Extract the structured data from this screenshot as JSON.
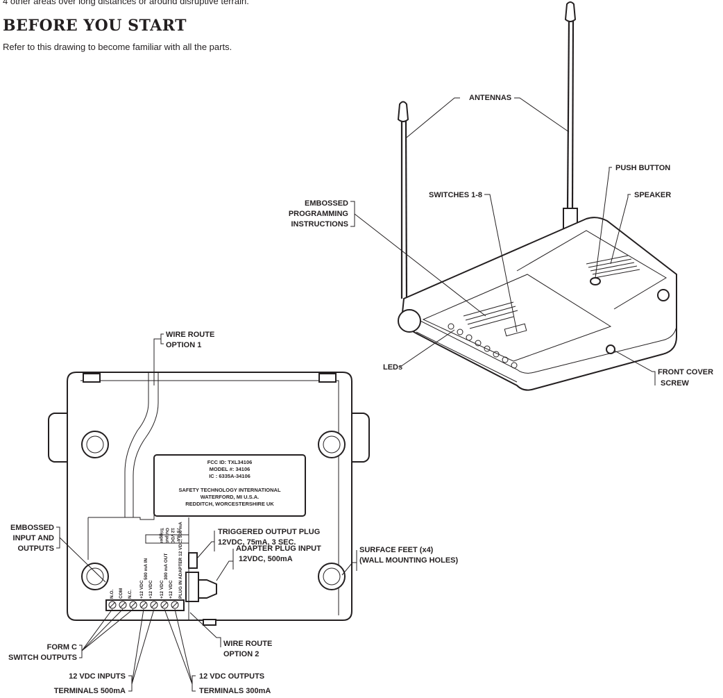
{
  "intro_text": "4 other areas over long distances or around disruptive terrain.",
  "heading": "BEFORE YOU START",
  "subheading": "Refer to this drawing to become familiar with all the parts.",
  "labels": {
    "antennas": "ANTENNAS",
    "push_button": "PUSH BUTTON",
    "speaker": "SPEAKER",
    "embossed_prog": [
      "EMBOSSED",
      "PROGRAMMING",
      "INSTRUCTIONS"
    ],
    "switches": "SWITCHES 1-8",
    "leds": "LEDs",
    "front_cover": [
      "FRONT COVER",
      "SCREW"
    ],
    "wire_route_1": [
      "WIRE ROUTE",
      "OPTION 1"
    ],
    "embossed_io": [
      "EMBOSSED",
      "INPUT AND",
      "OUTPUTS"
    ],
    "triggered_plug": [
      "TRIGGERED OUTPUT PLUG",
      "12VDC, 75mA, 3 SEC."
    ],
    "adapter_plug": [
      "ADAPTER PLUG INPUT",
      "12VDC, 500mA"
    ],
    "surface_feet": [
      "SURFACE FEET (x4)",
      "(WALL MOUNTING HOLES)"
    ],
    "form_c": [
      "FORM C",
      "SWITCH OUTPUTS"
    ],
    "wire_route_2": [
      "WIRE ROUTE",
      "OPTION 2"
    ],
    "inputs_12v": [
      "12 VDC INPUTS",
      "TERMINALS 500mA"
    ],
    "outputs_12v": [
      "12 VDC OUTPUTS",
      "TERMINALS 300mA"
    ]
  },
  "plate": [
    "FCC ID: TXL34106",
    "MODEL #: 34106",
    "IC    : 6335A-34106",
    "SAFETY TECHNOLOGY INTERNATIONAL",
    "WATERFORD, MI U.S.A.",
    "REDDITCH, WORCESTERSHIRE UK"
  ],
  "terminal_labels": [
    "N.O.",
    "COM",
    "N.C.",
    "+12 VDC",
    "+12 VDC",
    "+12 VDC",
    "+12 VDC"
  ],
  "terminal_group_labels": [
    "500 mA IN",
    "300 mA OUT",
    "PLUG IN ADAPTER 12 VDC, 500 mA"
  ],
  "trigger_text": [
    "Trigger",
    "Output",
    "12 VDC",
    "75 mA"
  ]
}
